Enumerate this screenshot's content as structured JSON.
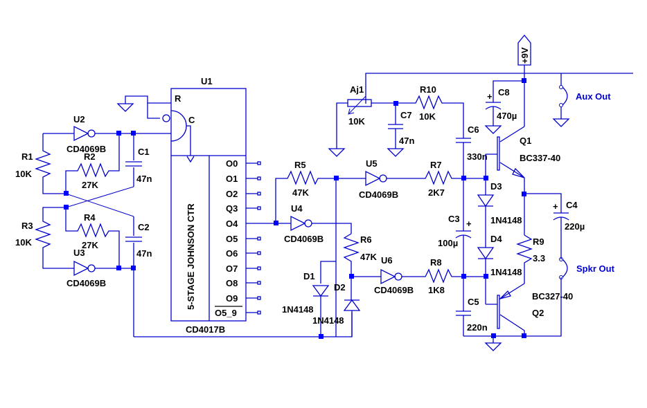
{
  "supply": {
    "label": "+9V"
  },
  "ports": {
    "aux_out": "Aux Out",
    "spkr_out": "Spkr Out"
  },
  "u1": {
    "ref": "U1",
    "part": "CD4017B",
    "body_label": "5-STAGE JOHNSON CTR",
    "reset_pin": "R",
    "clock_pin": "C",
    "outputs": [
      "O0",
      "O1",
      "O2",
      "Q3",
      "O4",
      "O5",
      "O6",
      "O7",
      "O8",
      "O9",
      "O5_9"
    ]
  },
  "inverters": {
    "u2": {
      "ref": "U2",
      "part": "CD4069B"
    },
    "u3": {
      "ref": "U3",
      "part": "CD4069B"
    },
    "u4": {
      "ref": "U4",
      "part": "CD4069B"
    },
    "u5": {
      "ref": "U5",
      "part": "CD4069B"
    },
    "u6": {
      "ref": "U6",
      "part": "CD4069B"
    }
  },
  "resistors": {
    "r1": {
      "ref": "R1",
      "value": "10K"
    },
    "r2": {
      "ref": "R2",
      "value": "27K"
    },
    "r3": {
      "ref": "R3",
      "value": "10K"
    },
    "r4": {
      "ref": "R4",
      "value": "27K"
    },
    "r5": {
      "ref": "R5",
      "value": "47K"
    },
    "r6": {
      "ref": "R6",
      "value": "47K"
    },
    "r7": {
      "ref": "R7",
      "value": "2K7"
    },
    "r8": {
      "ref": "R8",
      "value": "1K8"
    },
    "r9": {
      "ref": "R9",
      "value": "3.3"
    },
    "r10": {
      "ref": "R10",
      "value": "10K"
    },
    "aj1": {
      "ref": "Aj1",
      "value": "10K"
    }
  },
  "capacitors": {
    "c1": {
      "ref": "C1",
      "value": "47n"
    },
    "c2": {
      "ref": "C2",
      "value": "47n"
    },
    "c3": {
      "ref": "C3",
      "value": "100µ"
    },
    "c4": {
      "ref": "C4",
      "value": "220µ"
    },
    "c5": {
      "ref": "C5",
      "value": "220n"
    },
    "c6": {
      "ref": "C6",
      "value": "330n"
    },
    "c7": {
      "ref": "C7",
      "value": "47n"
    },
    "c8": {
      "ref": "C8",
      "value": "470µ"
    },
    "plus": "+"
  },
  "diodes": {
    "d1": {
      "ref": "D1",
      "part": "1N4148"
    },
    "d2": {
      "ref": "D2",
      "part": "1N4148"
    },
    "d3": {
      "ref": "D3",
      "part": "1N4148"
    },
    "d4": {
      "ref": "D4",
      "part": "1N4148"
    }
  },
  "transistors": {
    "q1": {
      "ref": "Q1",
      "part": "BC337-40"
    },
    "q2": {
      "ref": "Q2",
      "part": "BC327-40"
    }
  }
}
